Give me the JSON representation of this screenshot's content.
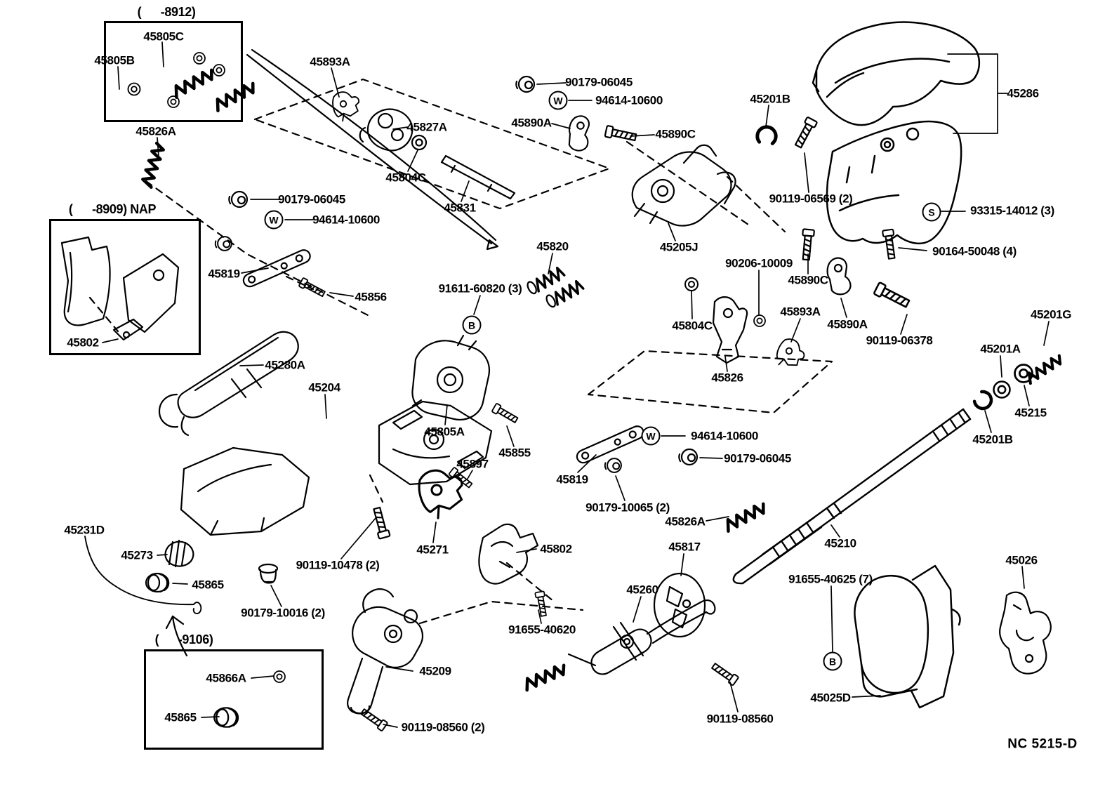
{
  "diagram": {
    "footer_code": "NC 5215-D",
    "symbols": {
      "w": "W",
      "s": "S",
      "b": "B"
    },
    "insets": {
      "box_8912": {
        "caption": "(      -8912)"
      },
      "box_8909": {
        "caption": "(      -8909) NAP"
      },
      "box_9106": {
        "caption": "(      -9106)"
      }
    },
    "labels": [
      {
        "text": "45805C"
      },
      {
        "text": "45805B"
      },
      {
        "text": "45826A"
      },
      {
        "text": "45893A"
      },
      {
        "text": "45827A"
      },
      {
        "text": "90179-06045"
      },
      {
        "text": "94614-10600"
      },
      {
        "text": "45890A"
      },
      {
        "text": "45890C"
      },
      {
        "text": "45201B"
      },
      {
        "text": "45286"
      },
      {
        "text": "90119-06569 (2)"
      },
      {
        "text": "93315-14012 (3)"
      },
      {
        "text": "90164-50048 (4)"
      },
      {
        "text": "45802"
      },
      {
        "text": "90179-06045"
      },
      {
        "text": "94614-10600"
      },
      {
        "text": "45819"
      },
      {
        "text": "45856"
      },
      {
        "text": "91611-60820 (3)"
      },
      {
        "text": "45804C"
      },
      {
        "text": "45831"
      },
      {
        "text": "45820"
      },
      {
        "text": "45205J"
      },
      {
        "text": "90206-10009"
      },
      {
        "text": "45890C"
      },
      {
        "text": "45804C"
      },
      {
        "text": "45893A"
      },
      {
        "text": "45890A"
      },
      {
        "text": "90119-06378"
      },
      {
        "text": "45826"
      },
      {
        "text": "45201G"
      },
      {
        "text": "45201A"
      },
      {
        "text": "45215"
      },
      {
        "text": "45201B"
      },
      {
        "text": "45280A"
      },
      {
        "text": "45204"
      },
      {
        "text": "45805A"
      },
      {
        "text": "45855"
      },
      {
        "text": "94614-10600"
      },
      {
        "text": "90179-06045"
      },
      {
        "text": "45819"
      },
      {
        "text": "90179-10065 (2)"
      },
      {
        "text": "45826A"
      },
      {
        "text": "45897"
      },
      {
        "text": "45271"
      },
      {
        "text": "45802"
      },
      {
        "text": "90119-10478 (2)"
      },
      {
        "text": "45231D"
      },
      {
        "text": "45273"
      },
      {
        "text": "45865"
      },
      {
        "text": "90179-10016 (2)"
      },
      {
        "text": "45866A"
      },
      {
        "text": "45865"
      },
      {
        "text": "45209"
      },
      {
        "text": "90119-08560 (2)"
      },
      {
        "text": "91655-40620"
      },
      {
        "text": "45260"
      },
      {
        "text": "45817"
      },
      {
        "text": "45210"
      },
      {
        "text": "91655-40625 (7)"
      },
      {
        "text": "90119-08560"
      },
      {
        "text": "45025D"
      },
      {
        "text": "45026"
      }
    ]
  }
}
